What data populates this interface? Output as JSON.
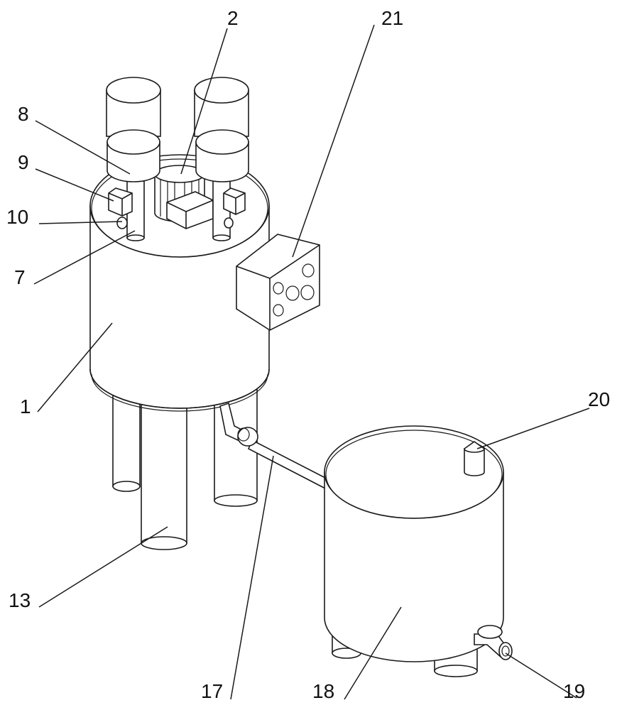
{
  "labels": {
    "l1": "1",
    "l2": "2",
    "l7": "7",
    "l8": "8",
    "l9": "9",
    "l10": "10",
    "l13": "13",
    "l17": "17",
    "l18": "18",
    "l19": "19",
    "l20": "20",
    "l21": "21"
  }
}
